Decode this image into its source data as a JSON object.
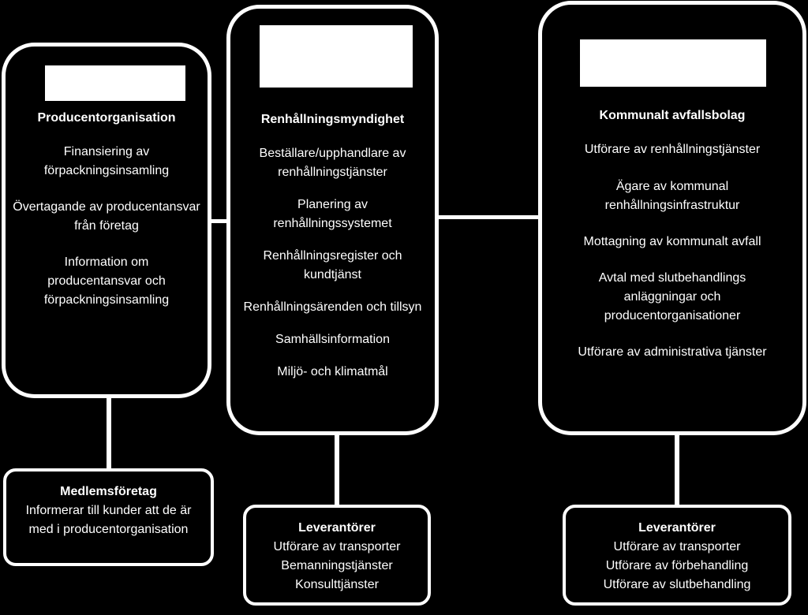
{
  "colors": {
    "background": "#000000",
    "foreground": "#ffffff"
  },
  "boxes": {
    "producer": {
      "title": "Producentorganisation",
      "items": [
        "Finansiering av förpackningsinsamling",
        "Övertagande av producentansvar från företag",
        "Information om producentansvar och förpackningsinsamling"
      ]
    },
    "authority": {
      "title": "Renhållningsmyndighet",
      "items": [
        "Beställare/upphandlare av renhållningstjänster",
        "Planering av renhållningssystemet",
        "Renhållningsregister och kundtjänst",
        "Renhållningsärenden och tillsyn",
        "Samhällsinformation",
        "Miljö- och klimatmål"
      ]
    },
    "municipal": {
      "title": "Kommunalt avfallsbolag",
      "items": [
        "Utförare av renhållningstjänster",
        "Ägare av kommunal renhållningsinfrastruktur",
        "Mottagning av kommunalt avfall",
        "Avtal med slutbehandlings anläggningar och producentorganisationer",
        "Utförare av administrativa tjänster"
      ]
    }
  },
  "sub_boxes": {
    "members": {
      "title": "Medlemsföretag",
      "lines": [
        "Informerar till kunder att de är",
        "med i producentorganisation"
      ]
    },
    "suppliers_authority": {
      "title": "Leverantörer",
      "lines": [
        "Utförare av transporter",
        "Bemanningstjänster",
        "Konsulttjänster"
      ]
    },
    "suppliers_municipal": {
      "title": "Leverantörer",
      "lines": [
        "Utförare av transporter",
        "Utförare av förbehandling",
        "Utförare av slutbehandling"
      ]
    }
  }
}
